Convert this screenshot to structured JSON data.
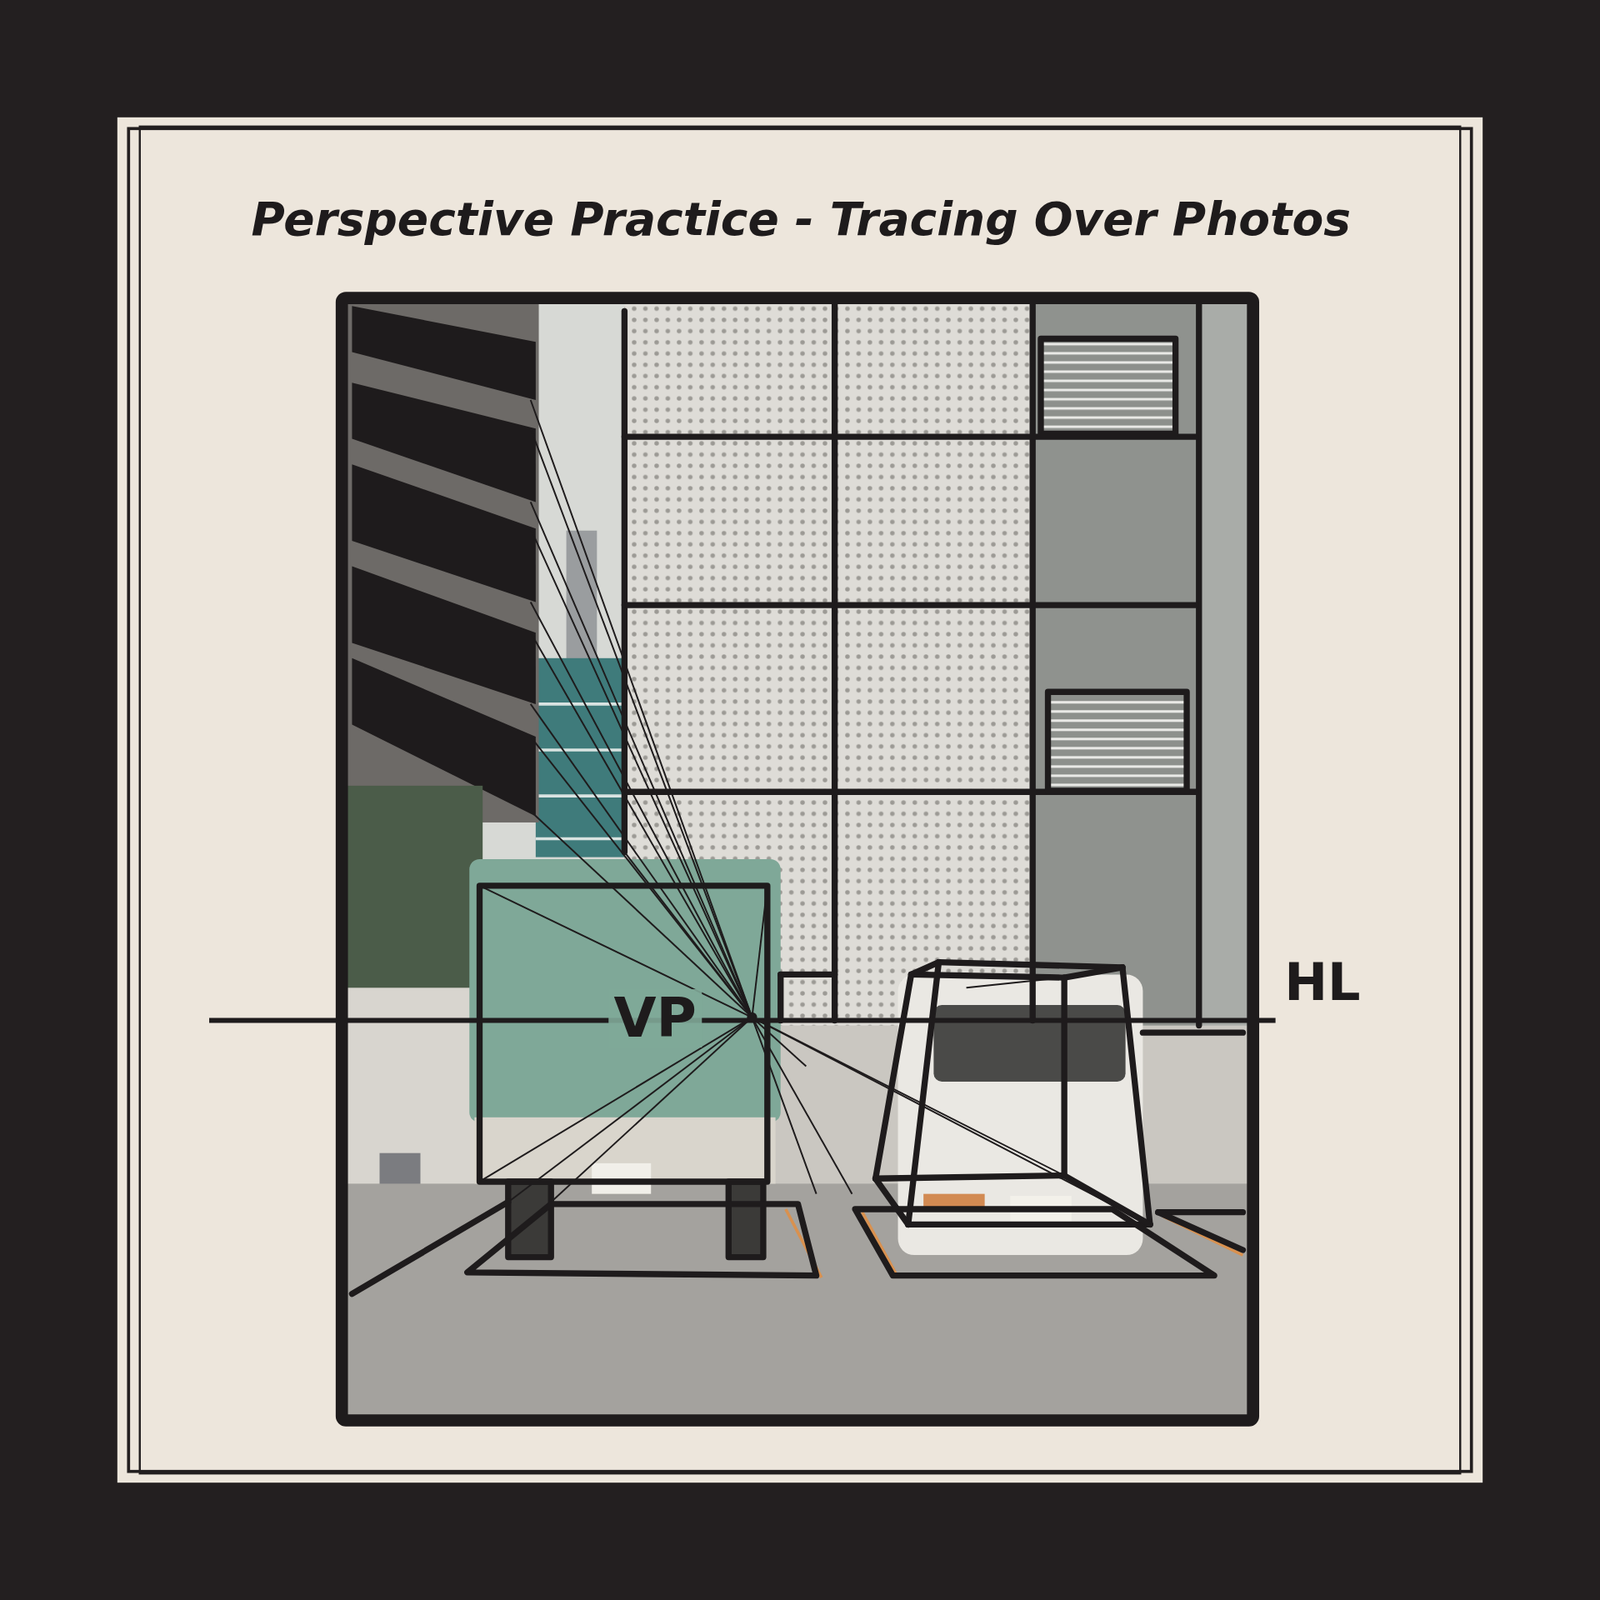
{
  "diagram": {
    "title": "Perspective Practice - Tracing Over Photos",
    "labels": [
      "VP",
      "HL"
    ]
  }
}
